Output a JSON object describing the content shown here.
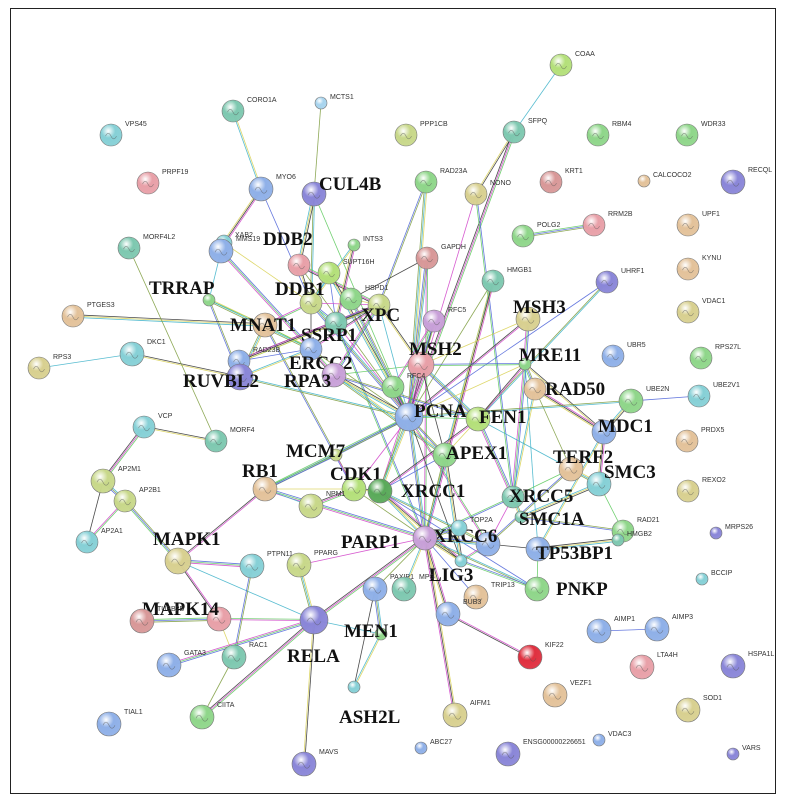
{
  "palette": {
    "blue": "#8fb0e8",
    "teal": "#86d0d6",
    "green": "#8fd68a",
    "olive": "#c8d88a",
    "tan": "#e3c29a",
    "pink": "#e8a0a8",
    "purple": "#8a86d8",
    "red": "#e03040",
    "mauve": "#c8a0d8",
    "lime": "#b4e07a",
    "lightblue": "#a8d4ee",
    "khaki": "#d8d090",
    "sea": "#7ec8b0",
    "darkgreen": "#5aaa5a",
    "rose": "#d89898"
  },
  "nodes": [
    {
      "id": "COAA",
      "label": "COAA",
      "big": false,
      "c": "lime"
    },
    {
      "id": "MCTS1",
      "label": "MCTS1",
      "big": false,
      "c": "lightblue"
    },
    {
      "id": "CORO1A",
      "label": "CORO1A",
      "big": false,
      "c": "sea"
    },
    {
      "id": "VPS45",
      "label": "VPS45",
      "big": false,
      "c": "teal"
    },
    {
      "id": "PPP1CB",
      "label": "PPP1CB",
      "big": false,
      "c": "olive"
    },
    {
      "id": "SFPQ",
      "label": "SFPQ",
      "big": false,
      "c": "sea"
    },
    {
      "id": "RBM4",
      "label": "RBM4",
      "big": false,
      "c": "green"
    },
    {
      "id": "WDR33",
      "label": "WDR33",
      "big": false,
      "c": "green"
    },
    {
      "id": "PRPF19",
      "label": "PRPF19",
      "big": false,
      "c": "pink"
    },
    {
      "id": "MYO6",
      "label": "MYO6",
      "big": false,
      "c": "blue"
    },
    {
      "id": "CUL4B",
      "label": "CUL4B",
      "big": true,
      "c": "purple"
    },
    {
      "id": "RAD23A",
      "label": "RAD23A",
      "big": false,
      "c": "green"
    },
    {
      "id": "NONO",
      "label": "NONO",
      "big": false,
      "c": "khaki"
    },
    {
      "id": "KRT1",
      "label": "KRT1",
      "big": false,
      "c": "rose"
    },
    {
      "id": "CALCOCO2",
      "label": "CALCOCO2",
      "big": false,
      "c": "tan"
    },
    {
      "id": "RECQL",
      "label": "RECQL",
      "big": false,
      "c": "purple"
    },
    {
      "id": "XAB2",
      "label": "XAB2",
      "big": false,
      "c": "teal"
    },
    {
      "id": "MMS19",
      "label": "MMS19",
      "big": false,
      "c": "blue"
    },
    {
      "id": "MORF4L2",
      "label": "MORF4L2",
      "big": false,
      "c": "sea"
    },
    {
      "id": "DDB2",
      "label": "DDB2",
      "big": true,
      "c": "pink"
    },
    {
      "id": "INTS3",
      "label": "INTS3",
      "big": false,
      "c": "green"
    },
    {
      "id": "GAPDH",
      "label": "GAPDH",
      "big": false,
      "c": "rose"
    },
    {
      "id": "RRM2B",
      "label": "RRM2B",
      "big": false,
      "c": "pink"
    },
    {
      "id": "POLG2",
      "label": "POLG2",
      "big": false,
      "c": "green"
    },
    {
      "id": "UPF1",
      "label": "UPF1",
      "big": false,
      "c": "tan"
    },
    {
      "id": "SUPT16H",
      "label": "SUPT16H",
      "big": false,
      "c": "lime"
    },
    {
      "id": "KYNU",
      "label": "KYNU",
      "big": false,
      "c": "tan"
    },
    {
      "id": "TRRAP",
      "label": "TRRAP",
      "big": true,
      "c": "green"
    },
    {
      "id": "DDB1",
      "label": "DDB1",
      "big": true,
      "c": "olive"
    },
    {
      "id": "HSPD1",
      "label": "HSPD1",
      "big": false,
      "c": "green"
    },
    {
      "id": "XPC",
      "label": "XPC",
      "big": true,
      "c": "olive"
    },
    {
      "id": "HMGB1",
      "label": "HMGB1",
      "big": false,
      "c": "sea"
    },
    {
      "id": "UHRF1",
      "label": "UHRF1",
      "big": false,
      "c": "purple"
    },
    {
      "id": "VDAC1",
      "label": "VDAC1",
      "big": false,
      "c": "khaki"
    },
    {
      "id": "PTGES3",
      "label": "PTGES3",
      "big": false,
      "c": "tan"
    },
    {
      "id": "MNAT1",
      "label": "MNAT1",
      "big": true,
      "c": "tan"
    },
    {
      "id": "SSRP1",
      "label": "SSRP1",
      "big": true,
      "c": "sea"
    },
    {
      "id": "RFC5",
      "label": "RFC5",
      "big": false,
      "c": "mauve"
    },
    {
      "id": "MSH3",
      "label": "MSH3",
      "big": true,
      "c": "khaki"
    },
    {
      "id": "RPS3",
      "label": "RPS3",
      "big": false,
      "c": "khaki"
    },
    {
      "id": "DKC1",
      "label": "DKC1",
      "big": false,
      "c": "teal"
    },
    {
      "id": "ERCC2",
      "label": "ERCC2",
      "big": true,
      "c": "blue"
    },
    {
      "id": "RAD23B",
      "label": "RAD23B",
      "big": false,
      "c": "blue"
    },
    {
      "id": "RUVBL2",
      "label": "RUVBL2",
      "big": true,
      "c": "purple"
    },
    {
      "id": "RPA3",
      "label": "RPA3",
      "big": true,
      "c": "mauve"
    },
    {
      "id": "MSH2",
      "label": "MSH2",
      "big": true,
      "c": "pink"
    },
    {
      "id": "MRE11",
      "label": "MRE11",
      "big": true,
      "c": "green"
    },
    {
      "id": "UBR5",
      "label": "UBR5",
      "big": false,
      "c": "blue"
    },
    {
      "id": "RPS27L",
      "label": "RPS27L",
      "big": false,
      "c": "green"
    },
    {
      "id": "RFC4",
      "label": "RFC4",
      "big": false,
      "c": "green"
    },
    {
      "id": "RAD50",
      "label": "RAD50",
      "big": true,
      "c": "tan"
    },
    {
      "id": "UBE2N",
      "label": "UBE2N",
      "big": false,
      "c": "green"
    },
    {
      "id": "UBE2V1",
      "label": "UBE2V1",
      "big": false,
      "c": "teal"
    },
    {
      "id": "PCNA",
      "label": "PCNA",
      "big": true,
      "c": "blue"
    },
    {
      "id": "FEN1",
      "label": "FEN1",
      "big": true,
      "c": "lime"
    },
    {
      "id": "VCP",
      "label": "VCP",
      "big": false,
      "c": "teal"
    },
    {
      "id": "MORF4",
      "label": "MORF4",
      "big": false,
      "c": "sea"
    },
    {
      "id": "MDC1",
      "label": "MDC1",
      "big": true,
      "c": "blue"
    },
    {
      "id": "APEX1",
      "label": "APEX1",
      "big": true,
      "c": "green"
    },
    {
      "id": "TERF2",
      "label": "TERF2",
      "big": true,
      "c": "tan"
    },
    {
      "id": "PRDX5",
      "label": "PRDX5",
      "big": false,
      "c": "tan"
    },
    {
      "id": "MCM7",
      "label": "MCM7",
      "big": true,
      "c": "olive"
    },
    {
      "id": "AP2M1",
      "label": "AP2M1",
      "big": false,
      "c": "olive"
    },
    {
      "id": "RB1",
      "label": "RB1",
      "big": true,
      "c": "tan"
    },
    {
      "id": "CDK1",
      "label": "CDK1",
      "big": true,
      "c": "lime"
    },
    {
      "id": "XRCC1",
      "label": "XRCC1",
      "big": true,
      "c": "darkgreen"
    },
    {
      "id": "SMC3",
      "label": "SMC3",
      "big": true,
      "c": "teal"
    },
    {
      "id": "REXO2",
      "label": "REXO2",
      "big": false,
      "c": "khaki"
    },
    {
      "id": "AP2B1",
      "label": "AP2B1",
      "big": false,
      "c": "olive"
    },
    {
      "id": "NPM1",
      "label": "NPM1",
      "big": false,
      "c": "olive"
    },
    {
      "id": "XRCC5",
      "label": "XRCC5",
      "big": true,
      "c": "sea"
    },
    {
      "id": "SMC1A",
      "label": "SMC1A",
      "big": true,
      "c": "sea"
    },
    {
      "id": "RAD21",
      "label": "RAD21",
      "big": false,
      "c": "green"
    },
    {
      "id": "AP2A1",
      "label": "AP2A1",
      "big": false,
      "c": "teal"
    },
    {
      "id": "XRCC6",
      "label": "XRCC6",
      "big": true,
      "c": "blue"
    },
    {
      "id": "TOP2A",
      "label": "TOP2A",
      "big": false,
      "c": "teal"
    },
    {
      "id": "MRPS26",
      "label": "MRPS26",
      "big": false,
      "c": "purple"
    },
    {
      "id": "MAPK1",
      "label": "MAPK1",
      "big": true,
      "c": "khaki"
    },
    {
      "id": "PARP1",
      "label": "PARP1",
      "big": true,
      "c": "mauve"
    },
    {
      "id": "TP53BP1",
      "label": "TP53BP1",
      "big": true,
      "c": "blue"
    },
    {
      "id": "HMGB2",
      "label": "HMGB2",
      "big": false,
      "c": "sea"
    },
    {
      "id": "PTPN11",
      "label": "PTPN11",
      "big": false,
      "c": "teal"
    },
    {
      "id": "PPARG",
      "label": "PPARG",
      "big": false,
      "c": "olive"
    },
    {
      "id": "LIG3",
      "label": "LIG3",
      "big": true,
      "c": "teal"
    },
    {
      "id": "TRIP13",
      "label": "TRIP13",
      "big": false,
      "c": "tan"
    },
    {
      "id": "BCCIP",
      "label": "BCCIP",
      "big": false,
      "c": "teal"
    },
    {
      "id": "PAXIP1",
      "label": "PAXIP1",
      "big": false,
      "c": "blue"
    },
    {
      "id": "MPG",
      "label": "MPG",
      "big": false,
      "c": "sea"
    },
    {
      "id": "PNKP",
      "label": "PNKP",
      "big": true,
      "c": "green"
    },
    {
      "id": "MAPK14",
      "label": "MAPK14",
      "big": true,
      "c": "pink"
    },
    {
      "id": "TUBB2B",
      "label": "TUBB2B",
      "big": false,
      "c": "rose"
    },
    {
      "id": "BUB3",
      "label": "BUB3",
      "big": false,
      "c": "blue"
    },
    {
      "id": "RELA",
      "label": "RELA",
      "big": true,
      "c": "purple"
    },
    {
      "id": "AIMP1",
      "label": "AIMP1",
      "big": false,
      "c": "blue"
    },
    {
      "id": "AIMP3",
      "label": "AIMP3",
      "big": false,
      "c": "blue"
    },
    {
      "id": "KIF22",
      "label": "KIF22",
      "big": false,
      "c": "red"
    },
    {
      "id": "GATA3",
      "label": "GATA3",
      "big": false,
      "c": "blue"
    },
    {
      "id": "RAC1",
      "label": "RAC1",
      "big": false,
      "c": "sea"
    },
    {
      "id": "MEN1",
      "label": "MEN1",
      "big": true,
      "c": "green"
    },
    {
      "id": "LTA4H",
      "label": "LTA4H",
      "big": false,
      "c": "pink"
    },
    {
      "id": "HSPA1L",
      "label": "HSPA1L",
      "big": false,
      "c": "purple"
    },
    {
      "id": "ASH2L",
      "label": "ASH2L",
      "big": true,
      "c": "teal"
    },
    {
      "id": "VEZF1",
      "label": "VEZF1",
      "big": false,
      "c": "tan"
    },
    {
      "id": "CIITA",
      "label": "CIITA",
      "big": false,
      "c": "green"
    },
    {
      "id": "AIFM1",
      "label": "AIFM1",
      "big": false,
      "c": "khaki"
    },
    {
      "id": "SOD1",
      "label": "SOD1",
      "big": false,
      "c": "khaki"
    },
    {
      "id": "TIAL1",
      "label": "TIAL1",
      "big": false,
      "c": "blue"
    },
    {
      "id": "MAVS",
      "label": "MAVS",
      "big": false,
      "c": "purple"
    },
    {
      "id": "ABC27",
      "label": "ABC27",
      "big": false,
      "c": "blue"
    },
    {
      "id": "ENSG00000226651",
      "label": "ENSG00000226651",
      "big": false,
      "c": "purple"
    },
    {
      "id": "VDAC3",
      "label": "VDAC3",
      "big": false,
      "c": "blue"
    },
    {
      "id": "VARS",
      "label": "VARS",
      "big": false,
      "c": "purple"
    }
  ],
  "edges": [
    [
      "COAA",
      "SFPQ"
    ],
    [
      "SFPQ",
      "NONO"
    ],
    [
      "SFPQ",
      "PCNA"
    ],
    [
      "MCTS1",
      "CUL4B"
    ],
    [
      "CORO1A",
      "MYO6"
    ],
    [
      "MYO6",
      "XAB2"
    ],
    [
      "MYO6",
      "DDB1"
    ],
    [
      "CUL4B",
      "DDB1"
    ],
    [
      "CUL4B",
      "DDB2"
    ],
    [
      "CUL4B",
      "PCNA"
    ],
    [
      "RAD23A",
      "XPC"
    ],
    [
      "RAD23A",
      "PCNA"
    ],
    [
      "NONO",
      "PCNA"
    ],
    [
      "NONO",
      "XRCC5"
    ],
    [
      "GAPDH",
      "PCNA"
    ],
    [
      "GAPDH",
      "HSPD1"
    ],
    [
      "GAPDH",
      "PARP1"
    ],
    [
      "RRM2B",
      "POLG2"
    ],
    [
      "XAB2",
      "DDB1"
    ],
    [
      "XAB2",
      "MMS19"
    ],
    [
      "MMS19",
      "ERCC2"
    ],
    [
      "MMS19",
      "TRRAP"
    ],
    [
      "DDB2",
      "DDB1"
    ],
    [
      "DDB2",
      "XPC"
    ],
    [
      "DDB2",
      "PCNA"
    ],
    [
      "INTS3",
      "DDB1"
    ],
    [
      "INTS3",
      "SSRP1"
    ],
    [
      "SUPT16H",
      "SSRP1"
    ],
    [
      "SUPT16H",
      "DDB1"
    ],
    [
      "SUPT16H",
      "PCNA"
    ],
    [
      "TRRAP",
      "MNAT1"
    ],
    [
      "TRRAP",
      "RUVBL2"
    ],
    [
      "TRRAP",
      "ERCC2"
    ],
    [
      "DDB1",
      "XPC"
    ],
    [
      "DDB1",
      "SSRP1"
    ],
    [
      "DDB1",
      "PCNA"
    ],
    [
      "DDB1",
      "ERCC2"
    ],
    [
      "DDB1",
      "MNAT1"
    ],
    [
      "HSPD1",
      "PCNA"
    ],
    [
      "HSPD1",
      "XPC"
    ],
    [
      "XPC",
      "ERCC2"
    ],
    [
      "XPC",
      "RPA3"
    ],
    [
      "XPC",
      "PCNA"
    ],
    [
      "XPC",
      "MSH2"
    ],
    [
      "XPC",
      "RAD23B"
    ],
    [
      "HMGB1",
      "PCNA"
    ],
    [
      "HMGB1",
      "APEX1"
    ],
    [
      "HMGB1",
      "PARP1"
    ],
    [
      "UHRF1",
      "PCNA"
    ],
    [
      "UHRF1",
      "FEN1"
    ],
    [
      "PTGES3",
      "MNAT1"
    ],
    [
      "MNAT1",
      "ERCC2"
    ],
    [
      "MNAT1",
      "CDK1"
    ],
    [
      "MNAT1",
      "RUVBL2"
    ],
    [
      "SSRP1",
      "PCNA"
    ],
    [
      "SSRP1",
      "PARP1"
    ],
    [
      "SSRP1",
      "XPC"
    ],
    [
      "RFC5",
      "PCNA"
    ],
    [
      "RFC5",
      "RFC4"
    ],
    [
      "RFC5",
      "MSH2"
    ],
    [
      "MSH3",
      "MSH2"
    ],
    [
      "MSH3",
      "PCNA"
    ],
    [
      "MSH3",
      "MRE11"
    ],
    [
      "RPS3",
      "DKC1"
    ],
    [
      "DKC1",
      "RUVBL2"
    ],
    [
      "ERCC2",
      "RPA3"
    ],
    [
      "ERCC2",
      "PCNA"
    ],
    [
      "ERCC2",
      "RUVBL2"
    ],
    [
      "RAD23B",
      "XPC"
    ],
    [
      "RAD23B",
      "ERCC2"
    ],
    [
      "RUVBL2",
      "PCNA"
    ],
    [
      "RPA3",
      "PCNA"
    ],
    [
      "RPA3",
      "MSH2"
    ],
    [
      "RPA3",
      "FEN1"
    ],
    [
      "RPA3",
      "APEX1"
    ],
    [
      "MSH2",
      "PCNA"
    ],
    [
      "MSH2",
      "MRE11"
    ],
    [
      "MSH2",
      "FEN1"
    ],
    [
      "MSH2",
      "APEX1"
    ],
    [
      "MSH2",
      "XRCC1"
    ],
    [
      "MRE11",
      "RAD50"
    ],
    [
      "MRE11",
      "PCNA"
    ],
    [
      "MRE11",
      "FEN1"
    ],
    [
      "MRE11",
      "XRCC5"
    ],
    [
      "MRE11",
      "TP53BP1"
    ],
    [
      "MRE11",
      "MDC1"
    ],
    [
      "RFC4",
      "PCNA"
    ],
    [
      "RAD50",
      "TERF2"
    ],
    [
      "RAD50",
      "XRCC5"
    ],
    [
      "RAD50",
      "MDC1"
    ],
    [
      "UBE2N",
      "UBE2V1"
    ],
    [
      "UBE2N",
      "PCNA"
    ],
    [
      "UBE2N",
      "MDC1"
    ],
    [
      "PCNA",
      "FEN1"
    ],
    [
      "PCNA",
      "APEX1"
    ],
    [
      "PCNA",
      "XRCC1"
    ],
    [
      "PCNA",
      "CDK1"
    ],
    [
      "PCNA",
      "MCM7"
    ],
    [
      "PCNA",
      "PARP1"
    ],
    [
      "PCNA",
      "LIG3"
    ],
    [
      "PCNA",
      "XRCC6"
    ],
    [
      "PCNA",
      "RB1"
    ],
    [
      "FEN1",
      "APEX1"
    ],
    [
      "FEN1",
      "XRCC1"
    ],
    [
      "FEN1",
      "XRCC5"
    ],
    [
      "FEN1",
      "TERF2"
    ],
    [
      "VCP",
      "MORF4"
    ],
    [
      "VCP",
      "AP2M1"
    ],
    [
      "MORF4",
      "MORF4L2"
    ],
    [
      "MDC1",
      "TP53BP1"
    ],
    [
      "MDC1",
      "SMC3"
    ],
    [
      "APEX1",
      "XRCC1"
    ],
    [
      "APEX1",
      "PARP1"
    ],
    [
      "APEX1",
      "LIG3"
    ],
    [
      "TERF2",
      "XRCC5"
    ],
    [
      "TERF2",
      "XRCC6"
    ],
    [
      "TERF2",
      "SMC3"
    ],
    [
      "MCM7",
      "CDK1"
    ],
    [
      "MCM7",
      "RB1"
    ],
    [
      "AP2M1",
      "AP2B1"
    ],
    [
      "AP2M1",
      "AP2A1"
    ],
    [
      "AP2B1",
      "AP2A1"
    ],
    [
      "AP2B1",
      "MAPK1"
    ],
    [
      "RB1",
      "CDK1"
    ],
    [
      "RB1",
      "MAPK1"
    ],
    [
      "RB1",
      "PARP1"
    ],
    [
      "RB1",
      "NPM1"
    ],
    [
      "CDK1",
      "XRCC1"
    ],
    [
      "CDK1",
      "NPM1"
    ],
    [
      "CDK1",
      "PARP1"
    ],
    [
      "XRCC1",
      "PARP1"
    ],
    [
      "XRCC1",
      "LIG3"
    ],
    [
      "XRCC1",
      "PNKP"
    ],
    [
      "XRCC1",
      "XRCC6"
    ],
    [
      "SMC3",
      "SMC1A"
    ],
    [
      "SMC3",
      "RAD21"
    ],
    [
      "SMC1A",
      "RAD21"
    ],
    [
      "SMC1A",
      "XRCC5"
    ],
    [
      "XRCC5",
      "XRCC6"
    ],
    [
      "XRCC5",
      "PARP1"
    ],
    [
      "XRCC6",
      "PARP1"
    ],
    [
      "XRCC6",
      "TP53BP1"
    ],
    [
      "XRCC6",
      "LIG3"
    ],
    [
      "TOP2A",
      "PARP1"
    ],
    [
      "TOP2A",
      "XRCC6"
    ],
    [
      "MAPK1",
      "MAPK14"
    ],
    [
      "MAPK1",
      "PTPN11"
    ],
    [
      "MAPK1",
      "RELA"
    ],
    [
      "PARP1",
      "LIG3"
    ],
    [
      "PARP1",
      "RELA"
    ],
    [
      "PARP1",
      "PAXIP1"
    ],
    [
      "PARP1",
      "MPG"
    ],
    [
      "PARP1",
      "BUB3"
    ],
    [
      "PARP1",
      "TRIP13"
    ],
    [
      "PARP1",
      "PNKP"
    ],
    [
      "TP53BP1",
      "HMGB2"
    ],
    [
      "TP53BP1",
      "PNKP"
    ],
    [
      "PTPN11",
      "RAC1"
    ],
    [
      "PPARG",
      "RELA"
    ],
    [
      "PPARG",
      "PARP1"
    ],
    [
      "LIG3",
      "PNKP"
    ],
    [
      "PAXIP1",
      "MEN1"
    ],
    [
      "PAXIP1",
      "ASH2L"
    ],
    [
      "MAPK14",
      "RELA"
    ],
    [
      "MAPK14",
      "TUBB2B"
    ],
    [
      "MAPK14",
      "RAC1"
    ],
    [
      "BUB3",
      "KIF22"
    ],
    [
      "RELA",
      "GATA3"
    ],
    [
      "RELA",
      "MEN1"
    ],
    [
      "RELA",
      "MAVS"
    ],
    [
      "RELA",
      "CIITA"
    ],
    [
      "RAC1",
      "CIITA"
    ],
    [
      "MEN1",
      "ASH2L"
    ],
    [
      "AIFM1",
      "PARP1"
    ],
    [
      "AIMP1",
      "AIMP3"
    ]
  ]
}
